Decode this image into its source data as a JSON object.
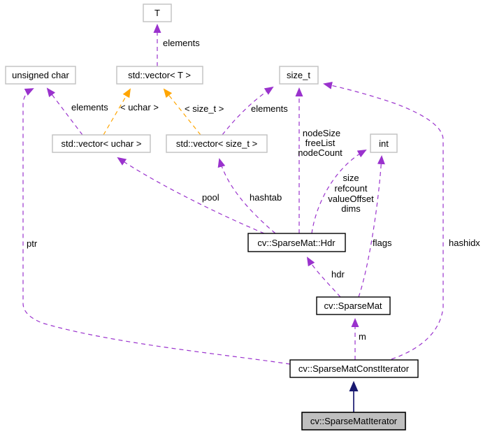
{
  "nodes": {
    "t": "T",
    "unsigned_char": "unsigned char",
    "vector_t": "std::vector< T >",
    "size_t": "size_t",
    "vector_uchar": "std::vector< uchar >",
    "vector_size_t": "std::vector< size_t >",
    "int": "int",
    "sparsemat_hdr": "cv::SparseMat::Hdr",
    "sparsemat": "cv::SparseMat",
    "sparsemat_const_iterator": "cv::SparseMatConstIterator",
    "sparsemat_iterator": "cv::SparseMatIterator"
  },
  "edge_labels": {
    "elements_t": "elements",
    "elements_uchar": "elements",
    "elements_size_t": "elements",
    "template_uchar": "< uchar >",
    "template_size_t": "< size_t >",
    "node_size": "nodeSize",
    "free_list": "freeList",
    "node_count": "nodeCount",
    "size": "size",
    "refcount": "refcount",
    "value_offset": "valueOffset",
    "dims": "dims",
    "pool": "pool",
    "hashtab": "hashtab",
    "hdr": "hdr",
    "flags": "flags",
    "hashidx": "hashidx",
    "ptr": "ptr",
    "m": "m"
  },
  "colors": {
    "usage_edge": "#9a32cd",
    "template_edge": "#ffa500",
    "inheritance_edge": "#191970",
    "node_border": "#c0c0c0",
    "emphasis_border": "#000000",
    "focus_node_fill": "#bfbfbf",
    "node_fill": "#ffffff",
    "label_text": "#000000"
  }
}
